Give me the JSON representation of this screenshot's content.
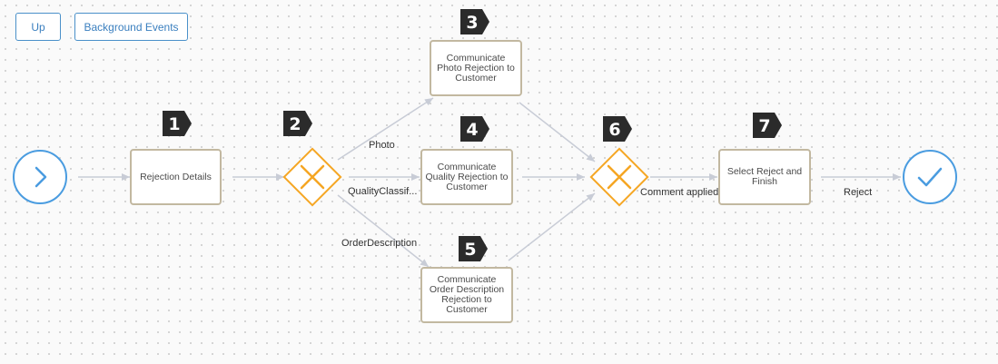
{
  "toolbar": {
    "up_label": "Up",
    "background_events_label": "Background Events"
  },
  "tasks": [
    {
      "id": "task-1",
      "label": "Rejection Details",
      "step": "1"
    },
    {
      "id": "task-3",
      "label": "Communicate Photo Rejection to Customer",
      "step": "3"
    },
    {
      "id": "task-4",
      "label": "Communicate Quality Rejection to Customer",
      "step": "4"
    },
    {
      "id": "task-5",
      "label": "Communicate Order Description Rejection to Customer",
      "step": "5"
    },
    {
      "id": "task-7",
      "label": "Select Reject and Finish",
      "step": "7"
    }
  ],
  "gateways": [
    {
      "id": "gateway-2",
      "step": "2"
    },
    {
      "id": "gateway-6",
      "step": "6"
    }
  ],
  "flows": {
    "photo": "Photo",
    "quality": "QualityClassif...",
    "order_description": "OrderDescription",
    "comment_applied": "Comment applied",
    "reject": "Reject"
  },
  "colors": {
    "event_blue": "#4a9ce0",
    "gateway_orange": "#f5a623",
    "task_border": "#c2b8a0",
    "arrow_gray": "#c8ccd6",
    "badge_dark": "#2b2b2b"
  },
  "icons": {
    "start_event": "chevron-right-icon",
    "end_event": "checkmark-icon",
    "gateway": "exclusive-gateway-x-icon"
  }
}
